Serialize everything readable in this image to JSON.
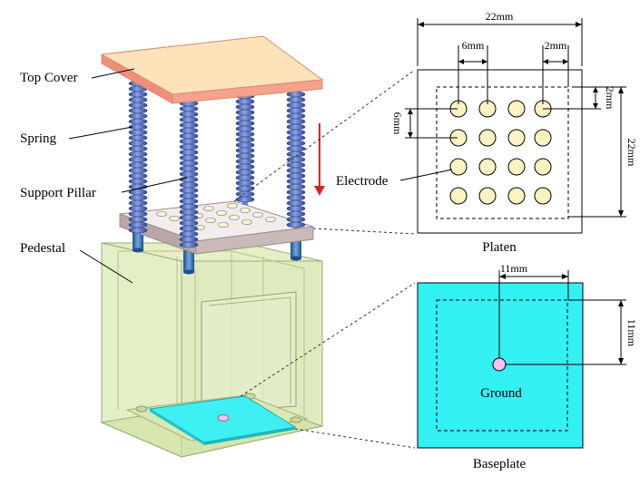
{
  "labels": {
    "top_cover": "Top Cover",
    "spring": "Spring",
    "support_pillar": "Support Pillar",
    "pedestal": "Pedestal",
    "electrode": "Electrode",
    "ground": "Ground",
    "platen": "Platen",
    "baseplate": "Baseplate"
  },
  "platen_dims": {
    "width": "22mm",
    "height": "22mm",
    "pitch_x": "6mm",
    "pitch_y": "6mm",
    "edge_x": "2mm",
    "edge_y": "2mm"
  },
  "baseplate_dims": {
    "offset_x": "11mm",
    "offset_y": "11mm"
  },
  "colors": {
    "top_cover_face": "#fde3b9",
    "top_cover_edge": "#f08f79",
    "spring": "#4c69b8",
    "pillar_base": "#2f6fb6",
    "platen_face": "#f0ecec",
    "platen_edge": "#b8a7a6",
    "electrode": "#fdf3c2",
    "pedestal": "#d7e8a6",
    "baseplate": "#33f0f2",
    "ground_dot": "#f4c1f2",
    "arrow": "#e02020"
  }
}
